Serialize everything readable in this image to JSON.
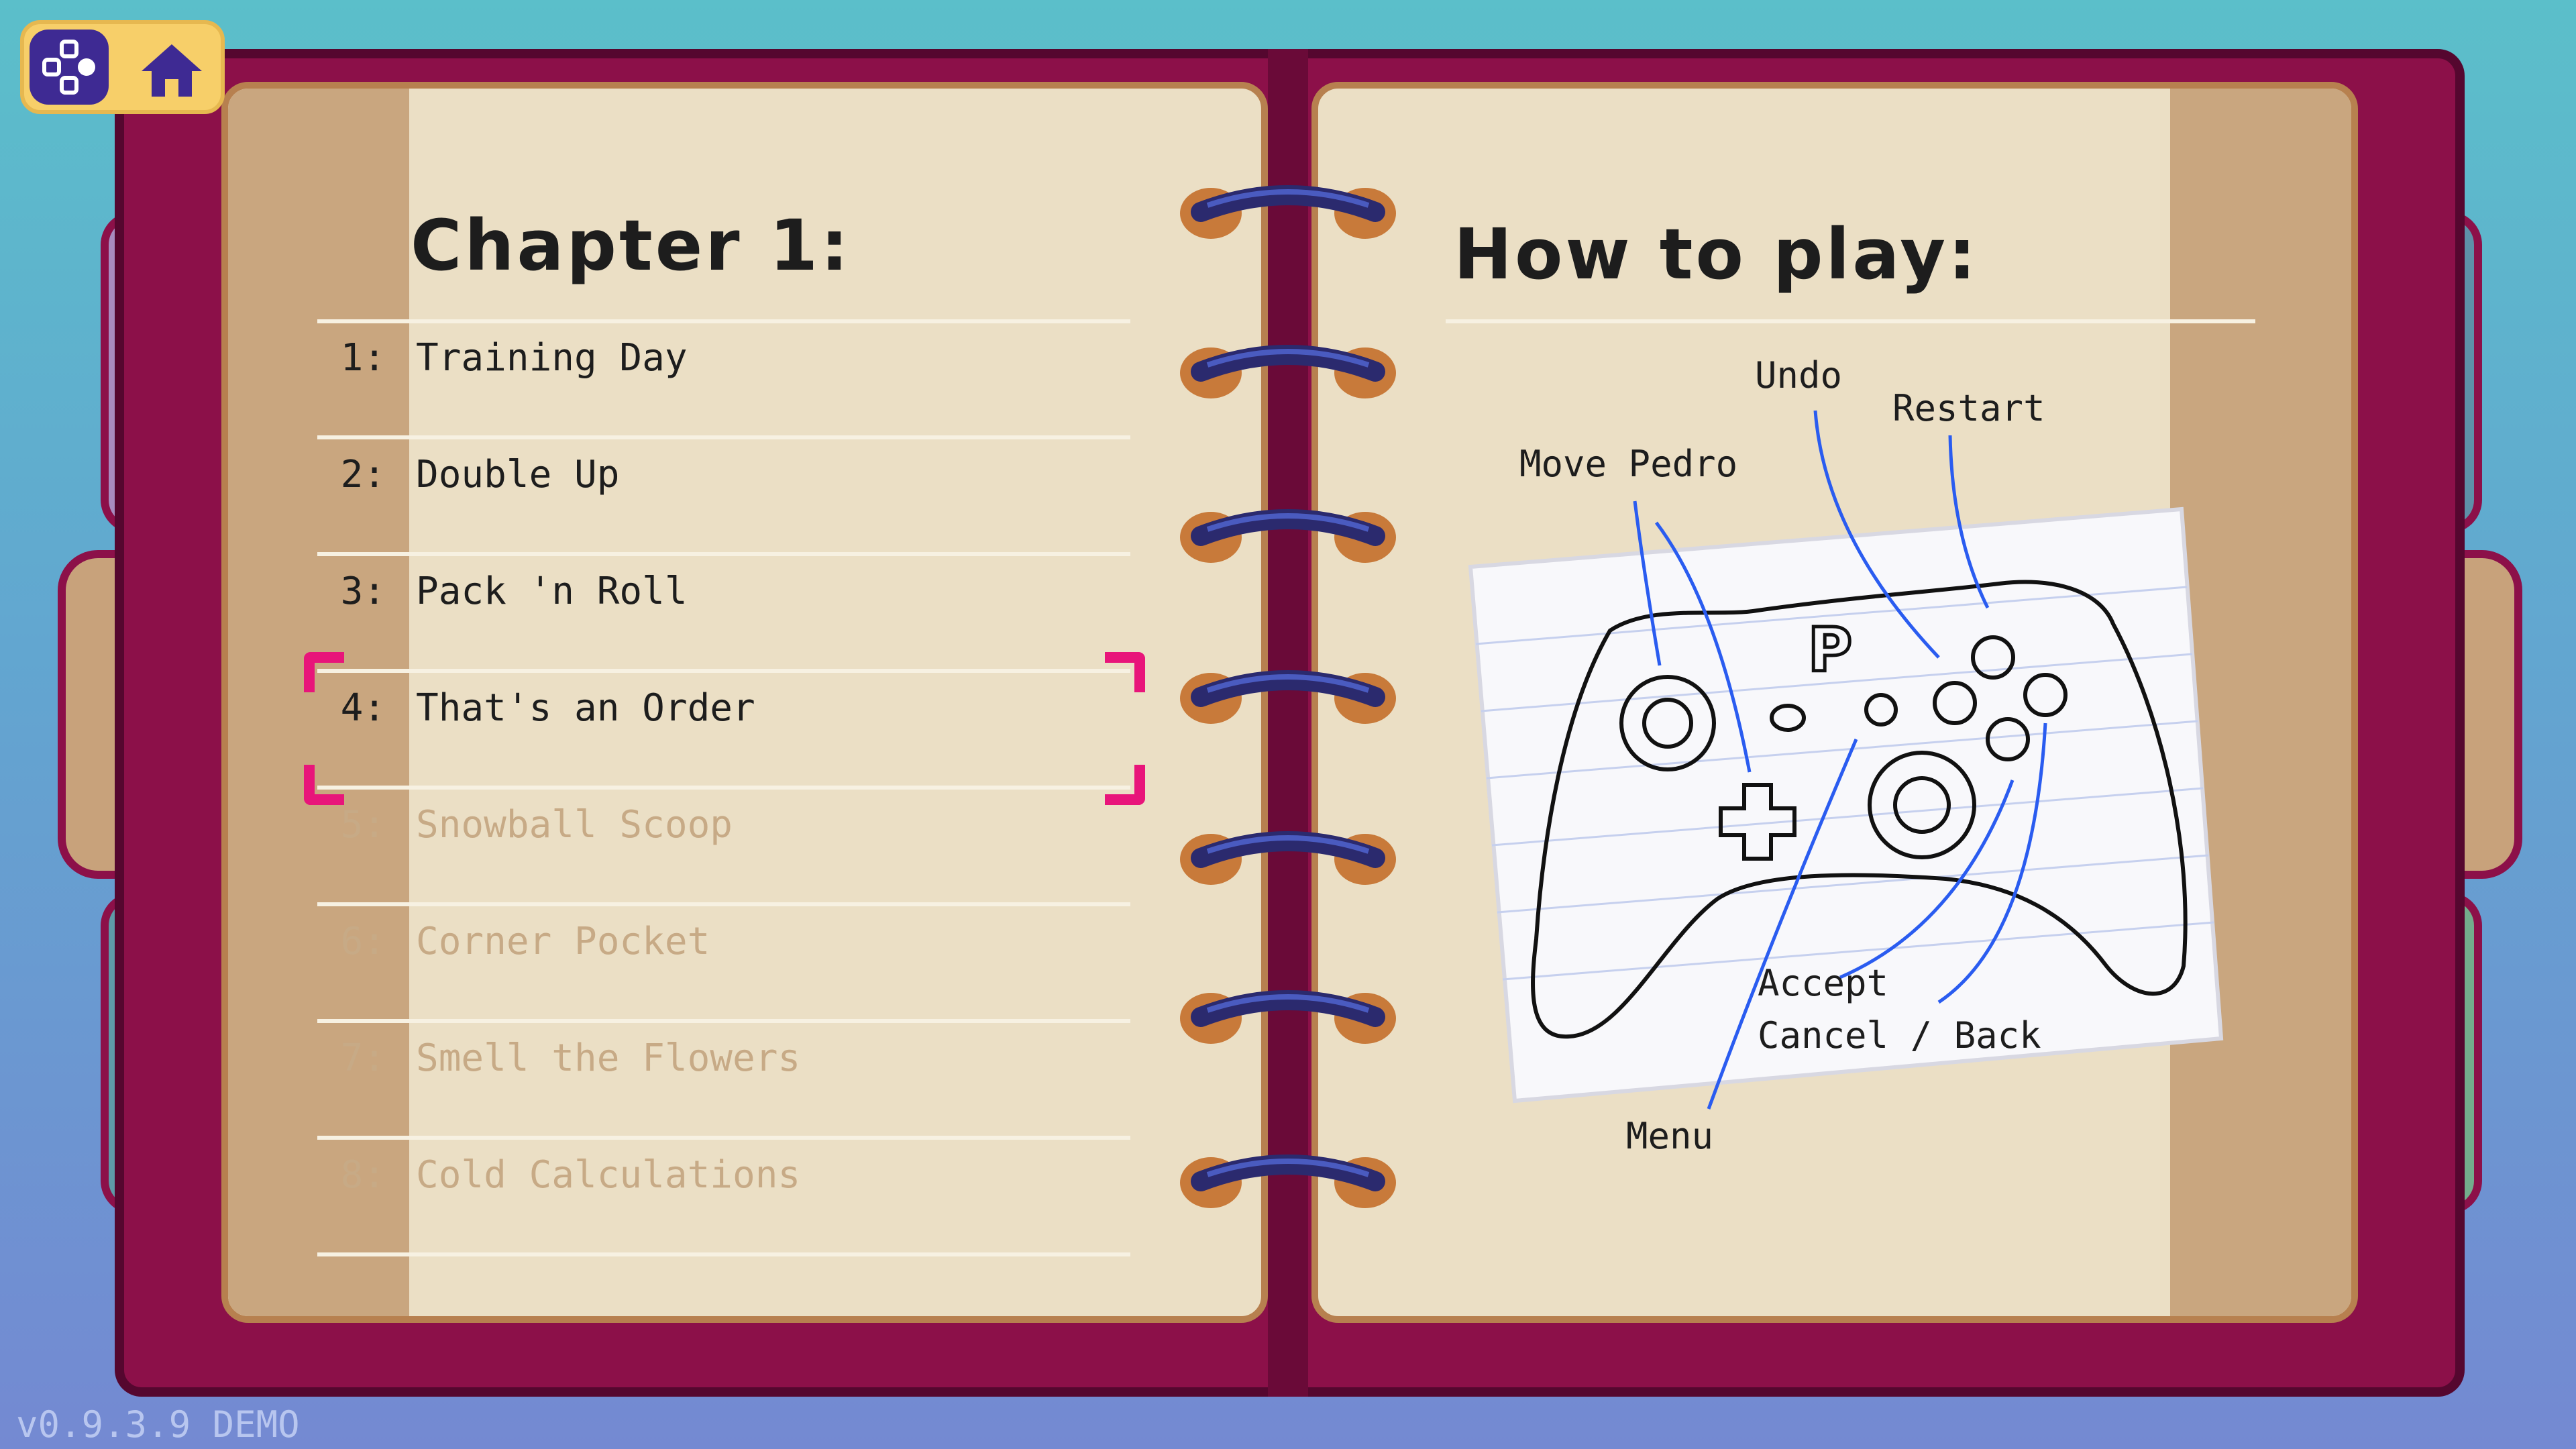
{
  "topbar": {
    "controls_icon": "gamepad-buttons-icon",
    "home_icon": "home-icon"
  },
  "left_page": {
    "title": "Chapter 1:",
    "levels": [
      {
        "number": "1:",
        "label": "Training Day",
        "locked": false
      },
      {
        "number": "2:",
        "label": "Double Up",
        "locked": false
      },
      {
        "number": "3:",
        "label": "Pack 'n Roll",
        "locked": false
      },
      {
        "number": "4:",
        "label": "That's an Order",
        "locked": false,
        "selected": true
      },
      {
        "number": "5:",
        "label": "Snowball Scoop",
        "locked": true
      },
      {
        "number": "6:",
        "label": "Corner Pocket",
        "locked": true
      },
      {
        "number": "7:",
        "label": "Smell the Flowers",
        "locked": true
      },
      {
        "number": "8:",
        "label": "Cold Calculations",
        "locked": true
      }
    ]
  },
  "right_page": {
    "title": "How to play:",
    "controls": {
      "undo": "Undo",
      "restart": "Restart",
      "move": "Move Pedro",
      "accept": "Accept",
      "cancel": "Cancel / Back",
      "menu": "Menu"
    }
  },
  "version": "v0.9.3.9 DEMO",
  "colors": {
    "cover": "#8c1049",
    "page": "#ebdfc5",
    "selection": "#e8157a",
    "guide_lines": "#2a5cf0",
    "accent": "#3e2a93"
  }
}
